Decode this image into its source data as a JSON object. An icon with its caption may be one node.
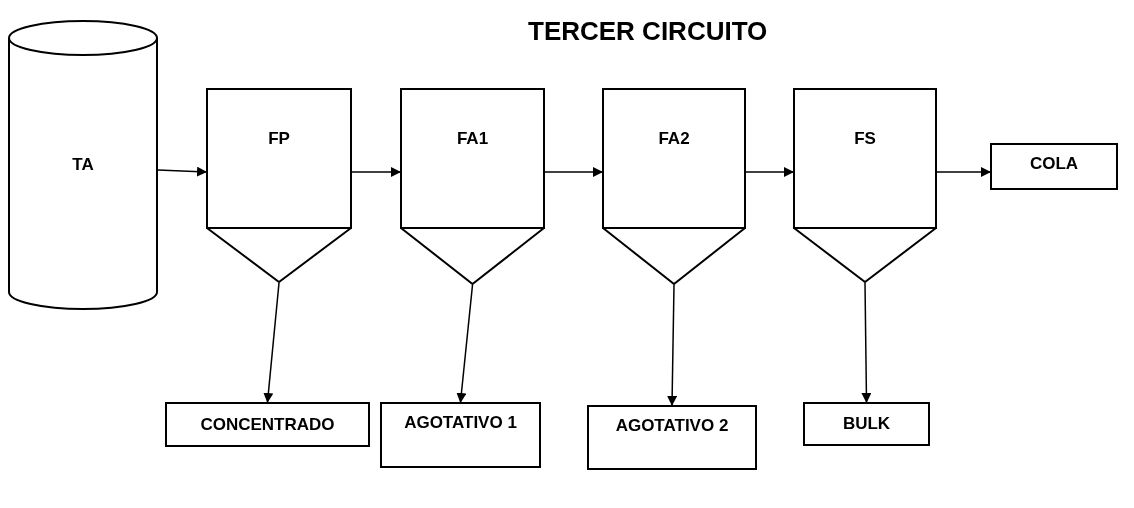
{
  "diagram": {
    "title": "TERCER CIRCUITO",
    "nodes": [
      {
        "text": [
          "TA"
        ]
      },
      {
        "text": [
          "FP"
        ]
      },
      {
        "text": [
          "FA1"
        ]
      },
      {
        "text": [
          "FA2"
        ]
      },
      {
        "text": [
          "FS"
        ]
      },
      {
        "text": [
          "COLA"
        ]
      },
      {
        "text": [
          "CONCENTRADO"
        ]
      },
      {
        "text": [
          "AGOTATIVO 1"
        ]
      },
      {
        "text": [
          "AGOTATIVO 2"
        ]
      },
      {
        "text": [
          "BULK"
        ]
      }
    ],
    "edges": [
      {
        "from": 0,
        "to": 1,
        "arrow": "to"
      },
      {
        "from": 1,
        "to": 2,
        "arrow": "to"
      },
      {
        "from": 2,
        "to": 3,
        "arrow": "to"
      },
      {
        "from": 3,
        "to": 4,
        "arrow": "to"
      },
      {
        "from": 4,
        "to": 5,
        "arrow": "to"
      },
      {
        "from": 1,
        "to": 6,
        "arrow": "to"
      },
      {
        "from": 2,
        "to": 7,
        "arrow": "to"
      },
      {
        "from": 3,
        "to": 8,
        "arrow": "to"
      },
      {
        "from": 4,
        "to": 9,
        "arrow": "to"
      }
    ]
  }
}
